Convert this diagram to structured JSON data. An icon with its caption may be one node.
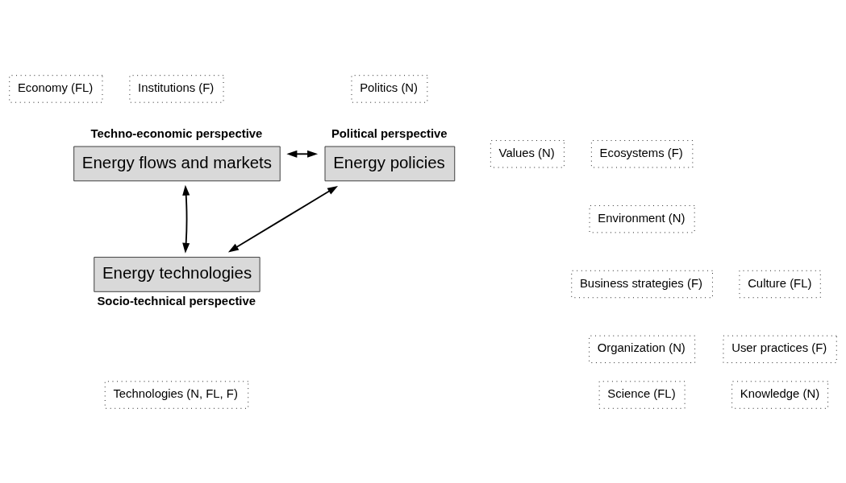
{
  "diagram": {
    "nodes": [
      {
        "text": [
          "Economy (FL)"
        ]
      },
      {
        "text": [
          "Institutions (F)"
        ]
      },
      {
        "text": [
          "Politics (N)"
        ]
      },
      {
        "text": [
          "Ecosystems (F)"
        ]
      },
      {
        "text": [
          "Energy flows and markets"
        ],
        "beside": [
          "Techno-economic perspective"
        ]
      },
      {
        "text": [
          "Energy policies"
        ],
        "beside": [
          "Political perspective"
        ]
      },
      {
        "text": [
          "Values (N)"
        ]
      },
      {
        "text": [
          "Environment (N)"
        ]
      },
      {
        "text": [
          "Business strategies (F)"
        ]
      },
      {
        "text": [
          "Energy technologies"
        ],
        "beside": [
          "Socio-technical perspective"
        ]
      },
      {
        "text": [
          "Culture (FL)"
        ]
      },
      {
        "text": [
          "User practices (F)"
        ]
      },
      {
        "text": [
          "Organization (N)"
        ]
      },
      {
        "text": [
          "Knowledge (N)"
        ]
      },
      {
        "text": [
          "Science (FL)"
        ]
      },
      {
        "text": [
          "Technologies (N, FL, F)"
        ]
      }
    ],
    "edges": [
      {
        "from": 4,
        "to": 5,
        "arrow": "both"
      },
      {
        "from": 4,
        "to": 9,
        "arrow": "both"
      },
      {
        "from": 9,
        "to": 5,
        "arrow": "both"
      }
    ]
  }
}
